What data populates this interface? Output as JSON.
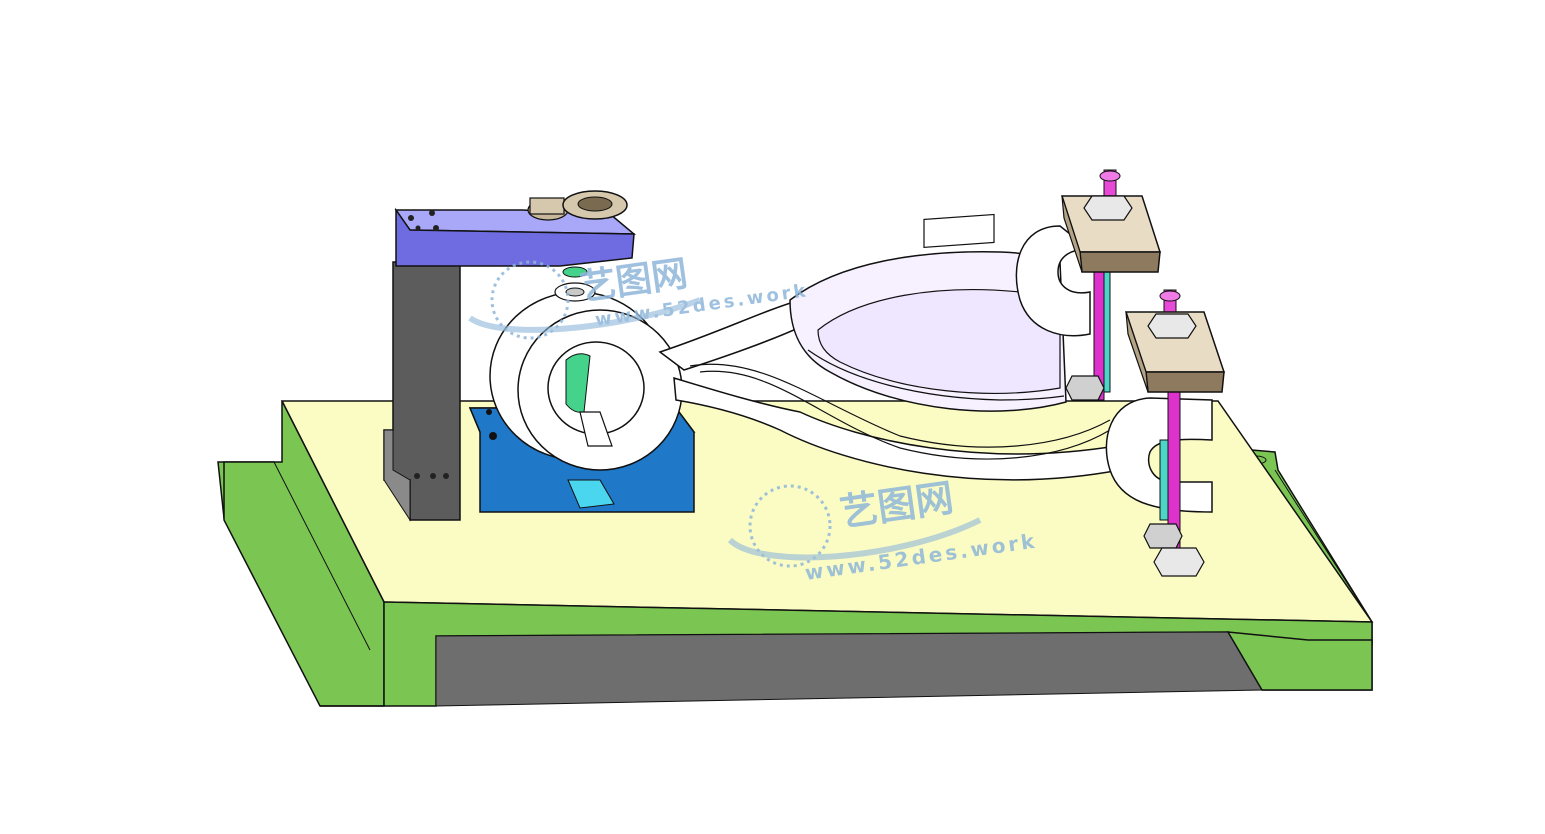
{
  "watermarks": [
    {
      "cn": "艺图网",
      "url": "www.52des.work"
    },
    {
      "cn": "艺图网",
      "url": "www.52des.work"
    }
  ],
  "colors": {
    "base_top": "#fbfcc4",
    "base_front": "#7bc653",
    "base_shadow": "#6e6e6e",
    "arm_top": "#8e8cf0",
    "post": "#5c5c5c",
    "block": "#1f78c8",
    "clamp_white": "#ffffff",
    "bracket": "#c8b79a",
    "rod_pink": "#dd33cc",
    "rod_teal": "#4bd6c7",
    "nut": "#e8e8e8",
    "watermark": "#8fb7da"
  }
}
